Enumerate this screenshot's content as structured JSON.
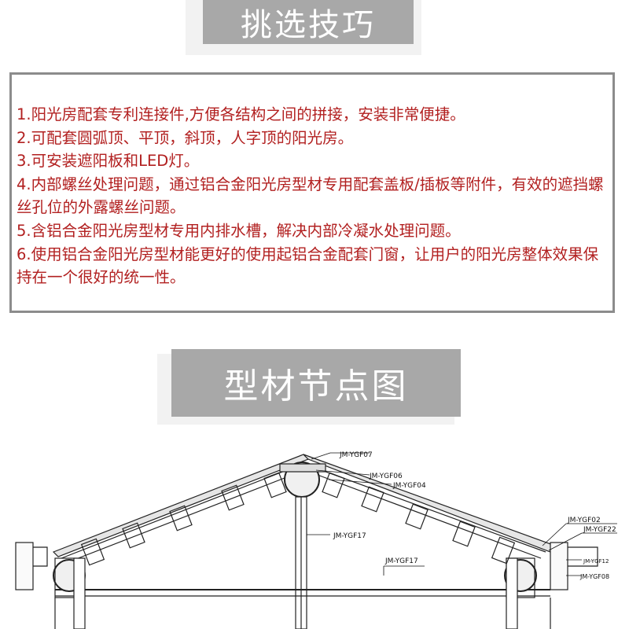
{
  "banner_top": {
    "title": "挑选技巧"
  },
  "tips": [
    "1.阳光房配套专利连接件,方便各结构之间的拼接，安装非常便捷。",
    "2.可配套圆弧顶、平顶，斜顶，人字顶的阳光房。",
    "3.可安装遮阳板和LED灯。",
    "4.内部螺丝处理问题，通过铝合金阳光房型材专用配套盖板/插板等附件，有效的遮挡螺丝孔位的外露螺丝问题。",
    "5.含铝合金阳光房型材专用内排水槽，解决内部冷凝水处理问题。",
    "6.使用铝合金阳光房型材能更好的使用起铝合金配套门窗，让用户的阳光房整体效果保持在一个很好的统一性。"
  ],
  "banner_bottom": {
    "title": "型材节点图"
  },
  "drawing": {
    "labels": {
      "ygf07": "JM-YGF07",
      "ygf06": "JM-YGF06",
      "ygf04": "JM-YGF04",
      "ygf17a": "JM-YGF17",
      "ygf17b": "JM-YGF17",
      "ygf02": "JM-YGF02",
      "ygf22": "JM-YGF22",
      "ygf12": "JM-YGF12",
      "ygf08": "JM-YGF08"
    }
  },
  "colors": {
    "banner": "#a8a8a8",
    "tips_text": "#b22020",
    "box_border": "#8c8c8c"
  }
}
